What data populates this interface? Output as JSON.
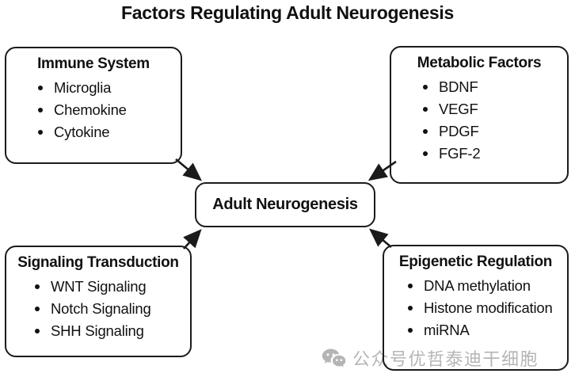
{
  "title": "Factors Regulating Adult Neurogenesis",
  "center": {
    "label": "Adult Neurogenesis"
  },
  "boxes": {
    "immune": {
      "heading": "Immune System",
      "items": [
        "Microglia",
        "Chemokine",
        "Cytokine"
      ]
    },
    "metabolic": {
      "heading": "Metabolic Factors",
      "items": [
        "BDNF",
        "VEGF",
        "PDGF",
        "FGF-2"
      ]
    },
    "signaling": {
      "heading": "Signaling Transduction",
      "items": [
        "WNT Signaling",
        "Notch Signaling",
        "SHH Signaling"
      ]
    },
    "epigenetic": {
      "heading": "Epigenetic Regulation",
      "items": [
        "DNA methylation",
        "Histone modification",
        "miRNA"
      ]
    }
  },
  "watermark": {
    "icon": "wechat-icon",
    "text": "公众号优哲泰迪干细胞",
    "color": "#b5b5b5"
  },
  "colors": {
    "background": "#ffffff",
    "border": "#1b1b1b",
    "text": "#111111"
  }
}
